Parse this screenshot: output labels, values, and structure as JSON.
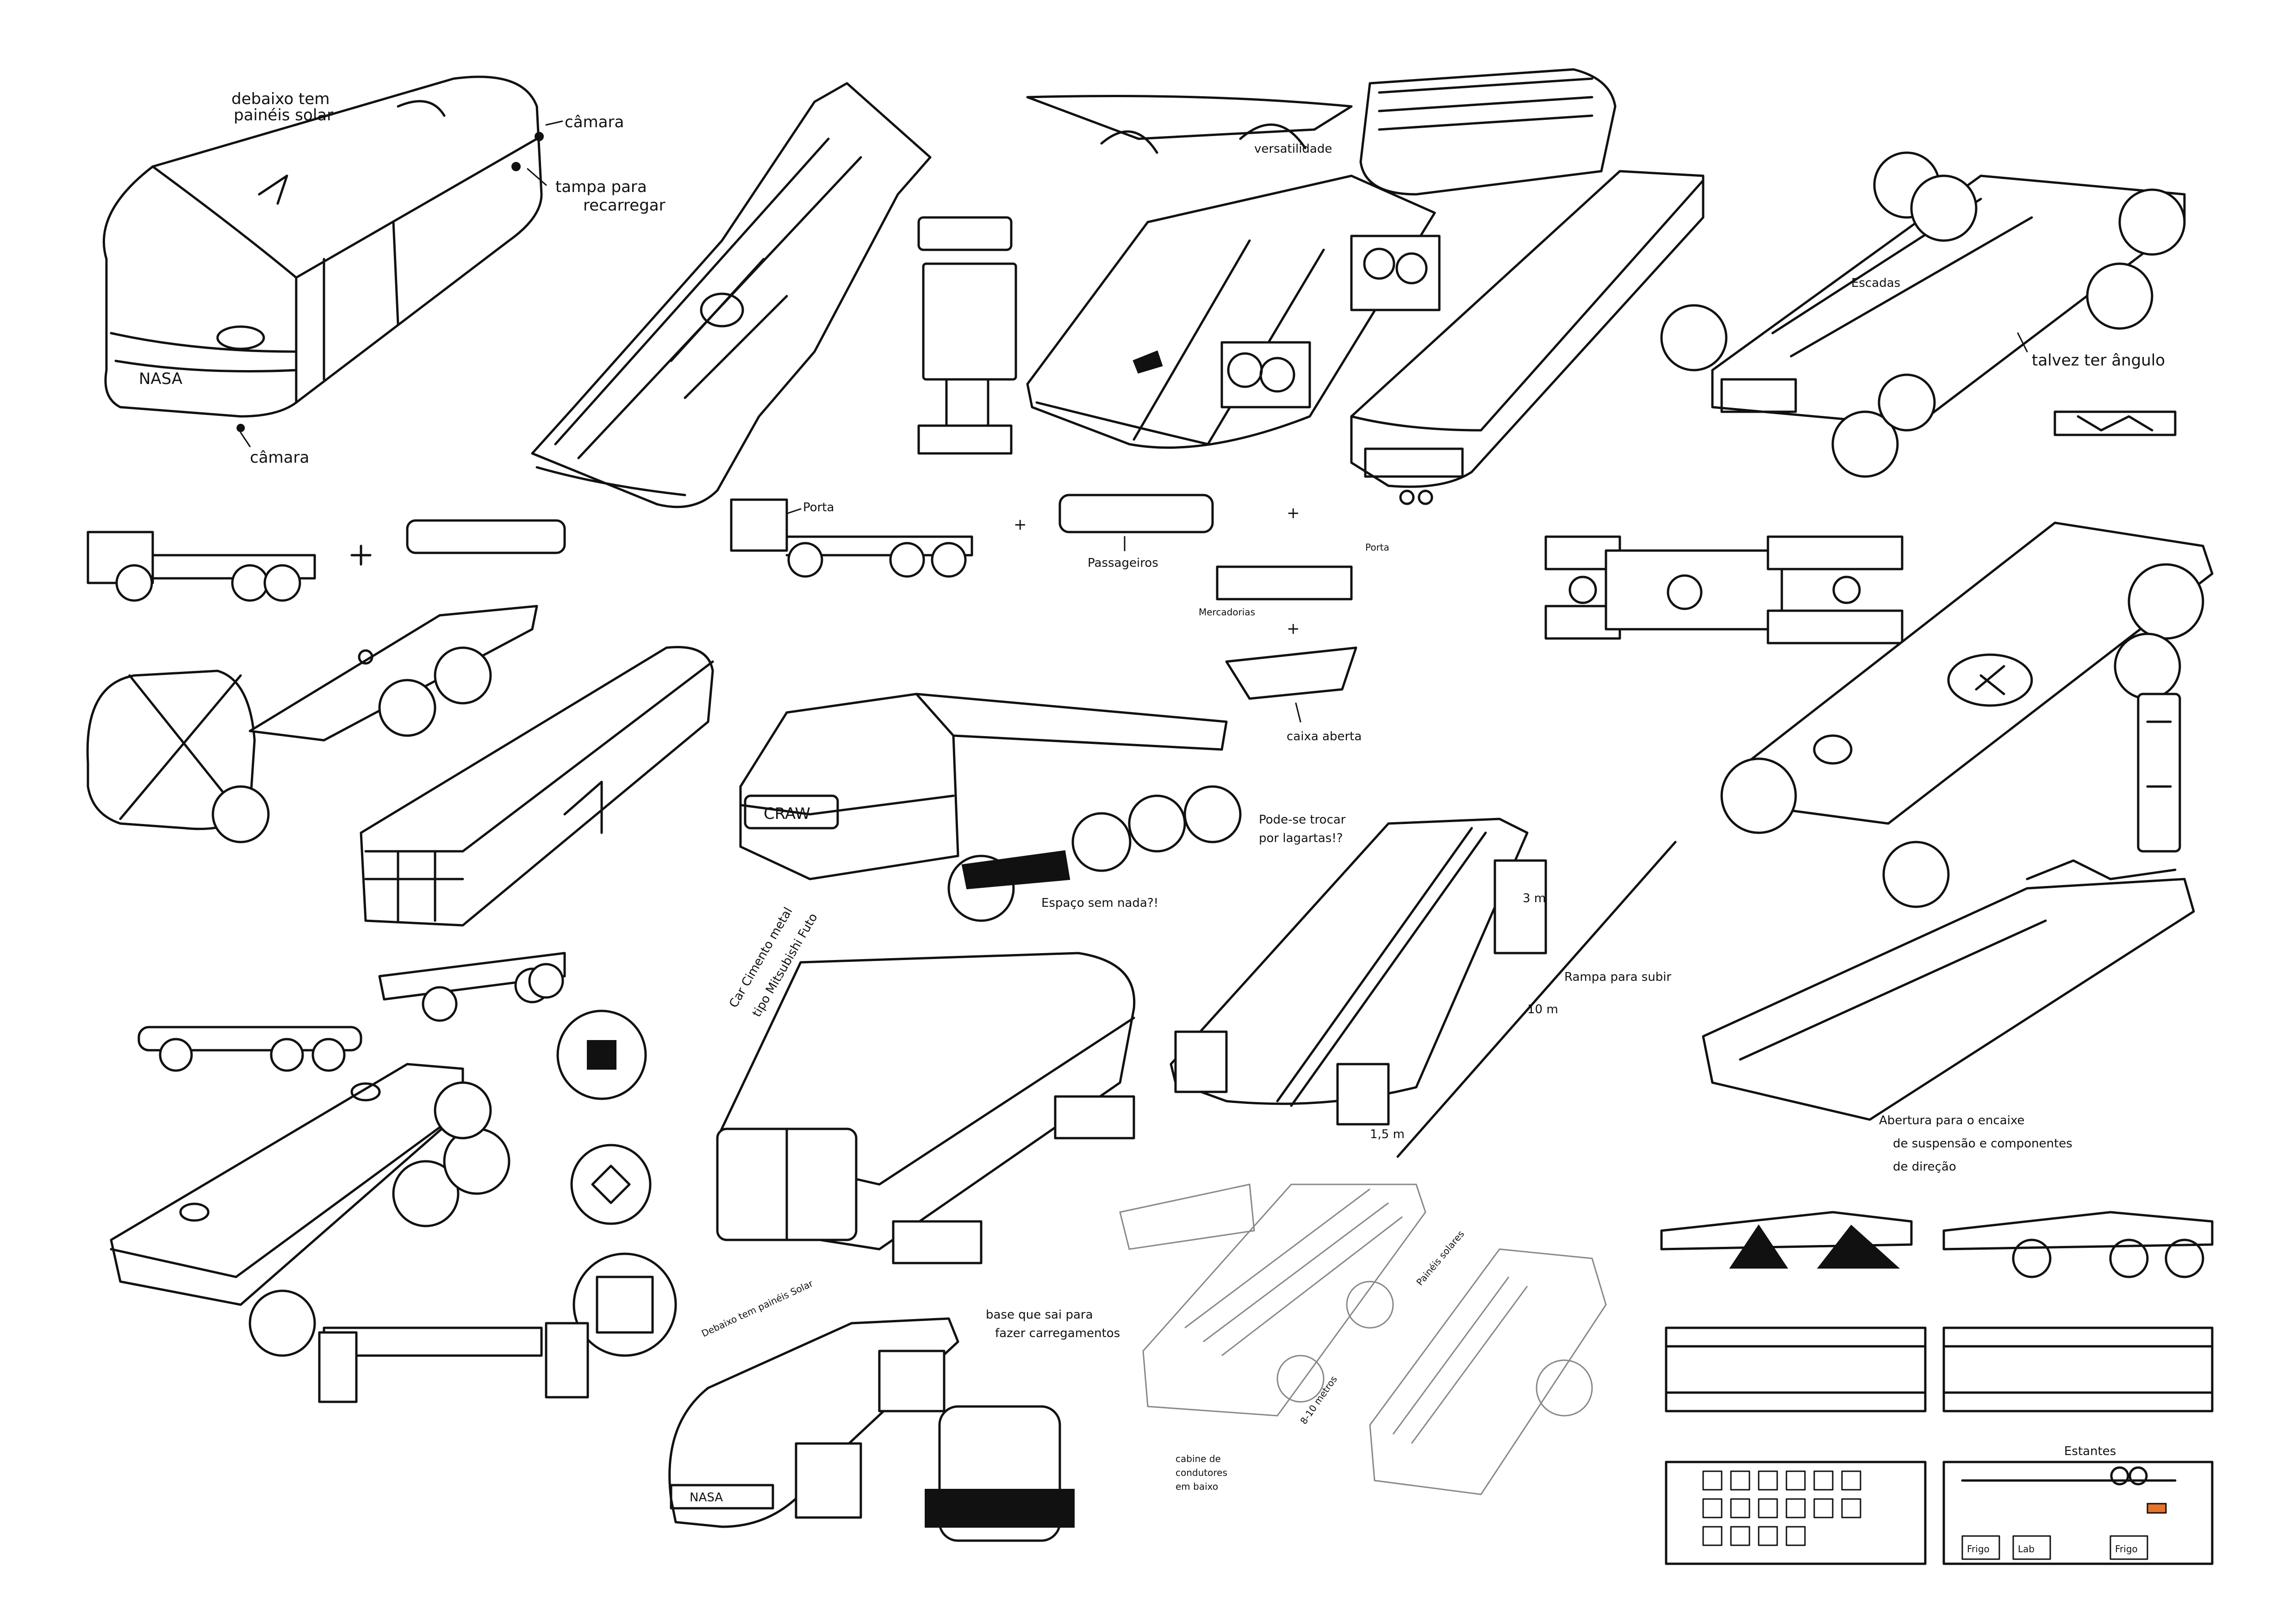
{
  "colors": {
    "paper": "#ffffff",
    "ink": "#111111",
    "pencil": "#888888",
    "blue_accent": "#3a8fd0",
    "red_accent": "#d23a2a",
    "orange_accent": "#e8732a"
  },
  "annotations": {
    "debaixo": "debaixo tem",
    "paineis": "painéis solar",
    "camara_top": "câmara",
    "tampa": "tampa para",
    "recarregar": "recarregar",
    "camara_bottom": "câmara",
    "nasa_plate_1": "NASA",
    "versatilidade": "versatilidade",
    "escadas": "Escadas",
    "talvez": "talvez ter ângulo",
    "porta_1": "Porta",
    "passageiros": "Passageiros",
    "porta_2": "Porta",
    "mercadorias": "Mercadorias",
    "caixa_aberta": "caixa aberta",
    "craw": "CRAW",
    "pode_trocar": "Pode-se trocar",
    "por_lagartas": "por lagartas!?",
    "espaco": "Espaço sem nada?!",
    "carr_1": "Car Cimento metal",
    "carr_2": "tipo Mitsubishi Futo",
    "rampa": "Rampa para subir",
    "dim_3m": "3 m",
    "dim_10m": "10 m",
    "dim_15m": "1,5 m",
    "abertura_1": "Abertura para o encaixe",
    "abertura_2": "de suspensão e componentes",
    "abertura_3": "de direção",
    "debaixo_2": "Debaixo tem painéis Solar",
    "base_1": "base que sai para",
    "base_2": "fazer carregamentos",
    "nasa_plate_2": "NASA",
    "nasa_plate_3": "NASA",
    "cabine_1": "cabine de",
    "cabine_2": "condutores",
    "cabine_3": "em baixo",
    "dim_10metros": "8-10 metros",
    "paineis_2": "Painéis solares",
    "estantes": "Estantes",
    "frigo_1": "Frigo",
    "frigo_2": "Frigo",
    "lab": "Lab"
  },
  "icons": [
    "camper-van-sketch",
    "chassis-sketch",
    "tracked-vehicle-sketch",
    "rover-sketch",
    "truck-sketch",
    "wheel-hub-sketch",
    "floor-plan-sketch"
  ]
}
